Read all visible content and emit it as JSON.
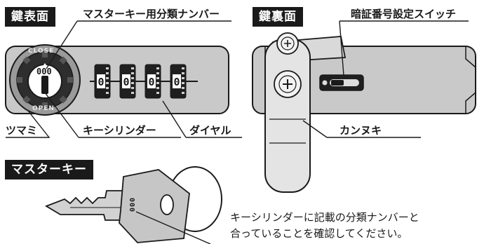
{
  "sections": {
    "front": "鍵表面",
    "back": "鍵裏面",
    "masterkey": "マスターキー"
  },
  "labels": {
    "master_key_number": "マスターキー用分類ナンバー",
    "knob": "ツマミ",
    "key_cylinder": "キーシリンダー",
    "dial": "ダイヤル",
    "code_switch": "暗証番号設定スイッチ",
    "latch": "カンヌキ"
  },
  "lock_front": {
    "close_text": "CLOSE",
    "open_text": "OPEN",
    "class_number": "000",
    "dial_digits": [
      "0",
      "0",
      "0",
      "0"
    ]
  },
  "key": {
    "number": "000"
  },
  "note": {
    "line1": "キーシリンダーに記載の分類ナンバーと",
    "line2": "合っていることを確認してください。"
  }
}
